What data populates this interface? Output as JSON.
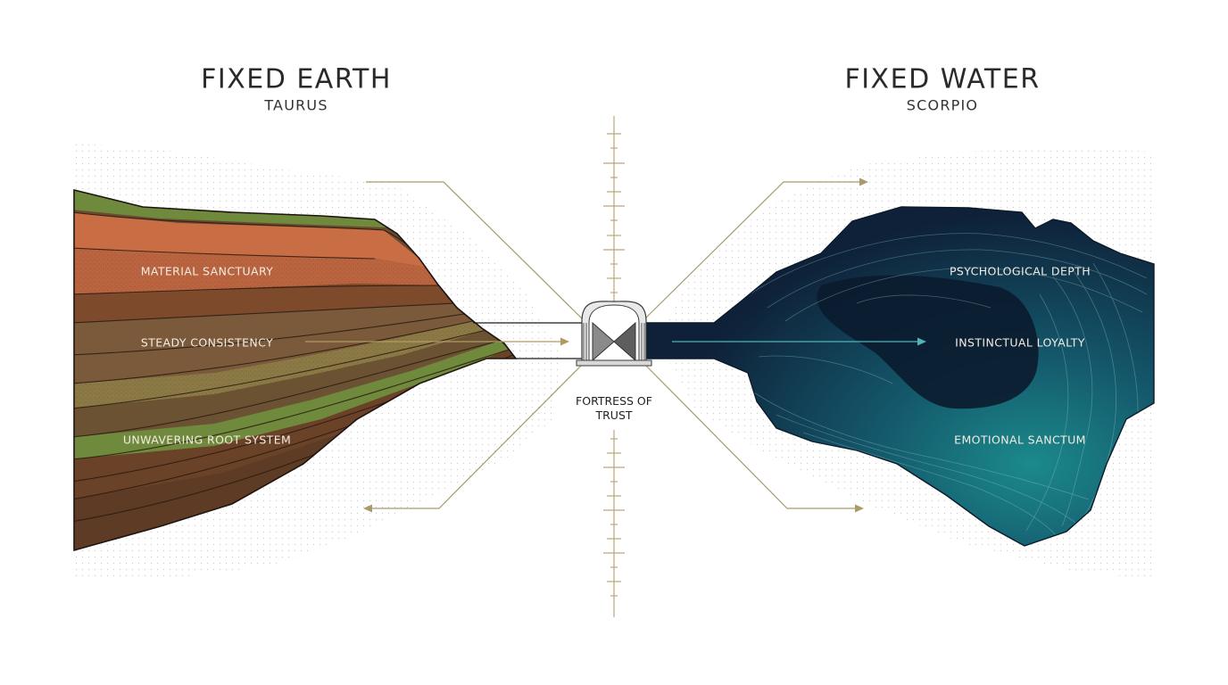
{
  "left": {
    "title": "FIXED EARTH",
    "subtitle": "TAURUS",
    "layers": [
      "MATERIAL SANCTUARY",
      "STEADY CONSISTENCY",
      "UNWAVERING ROOT SYSTEM"
    ]
  },
  "right": {
    "title": "FIXED WATER",
    "subtitle": "SCORPIO",
    "layers": [
      "PSYCHOLOGICAL DEPTH",
      "INSTINCTUAL LOYALTY",
      "EMOTIONAL SANCTUM"
    ]
  },
  "center": {
    "line1": "FORTRESS OF",
    "line2": "TRUST"
  },
  "colors": {
    "olive_line": "#a89a6a",
    "earth_top": "#6f8a3c",
    "earth_orange": "#c66e45",
    "earth_brown": "#7a5436",
    "water_dark": "#0f2238",
    "water_teal": "#1a7a7e",
    "teal_arrow": "#4fb3b8"
  }
}
